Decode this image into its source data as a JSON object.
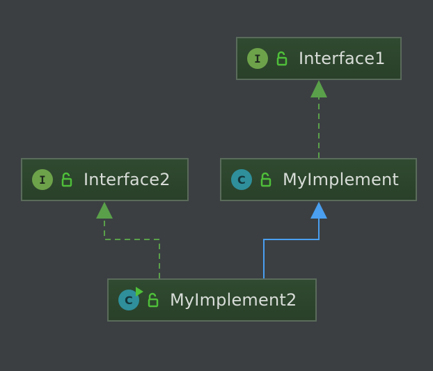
{
  "diagram": {
    "nodes": [
      {
        "id": "interface1",
        "kind": "interface",
        "badge": "I",
        "label": "Interface1"
      },
      {
        "id": "interface2",
        "kind": "interface",
        "badge": "I",
        "label": "Interface2"
      },
      {
        "id": "myimplement",
        "kind": "class",
        "badge": "C",
        "label": "MyImplement"
      },
      {
        "id": "myimplement2",
        "kind": "class",
        "badge": "C",
        "label": "MyImplement2"
      }
    ],
    "edges": [
      {
        "from": "myimplement",
        "to": "interface1",
        "type": "implements",
        "style": "dashed",
        "color": "#5aa04a"
      },
      {
        "from": "myimplement2",
        "to": "interface2",
        "type": "implements",
        "style": "dashed",
        "color": "#5aa04a"
      },
      {
        "from": "myimplement2",
        "to": "myimplement",
        "type": "extends",
        "style": "solid",
        "color": "#4a9ff0"
      }
    ],
    "icons": {
      "interface_badge": "interface-icon",
      "class_badge": "class-icon",
      "lock": "unlocked-icon",
      "run_marker": "run-icon"
    },
    "colors": {
      "background": "#3b3f42",
      "node_fill": "#2f4a30",
      "node_border": "#5a6b5b",
      "implements_arrow": "#5aa04a",
      "extends_arrow": "#4a9ff0",
      "interface_badge": "#6da24a",
      "class_badge": "#2f8f9b"
    }
  }
}
